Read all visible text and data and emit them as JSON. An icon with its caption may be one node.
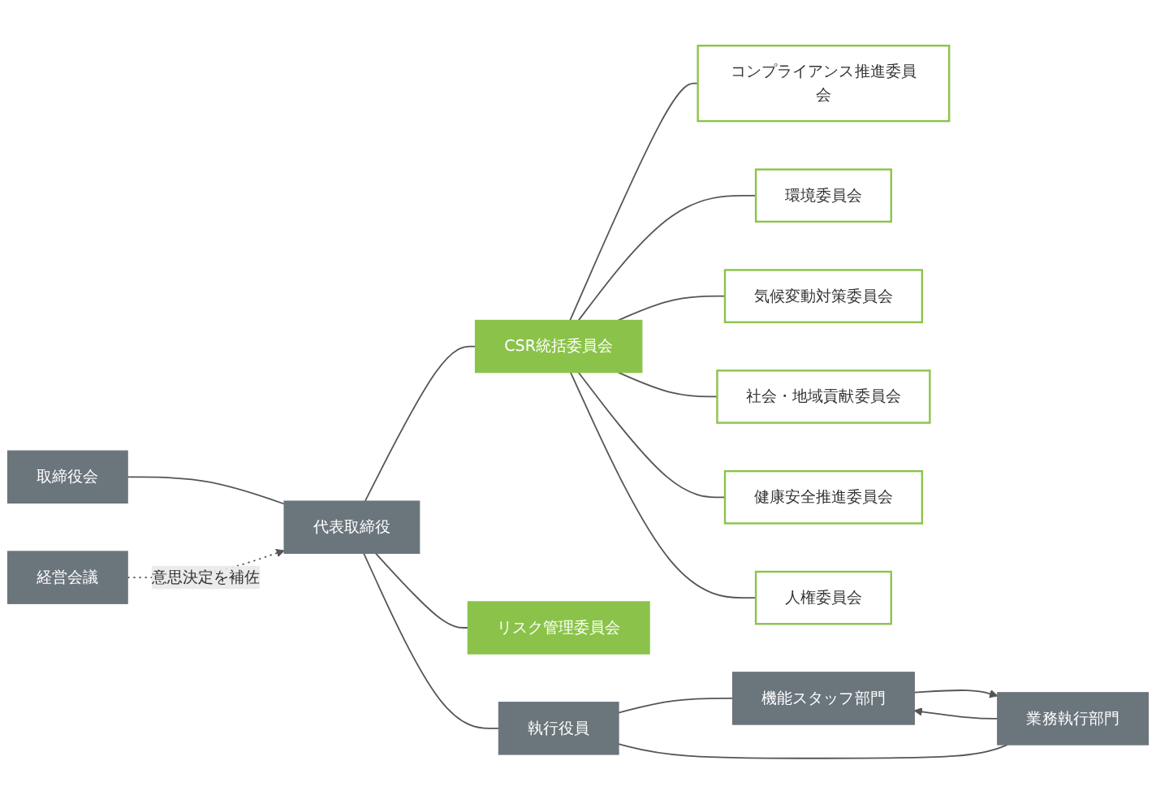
{
  "diagram": {
    "nodes": [
      {
        "text": [
          "取締役会"
        ]
      },
      {
        "text": [
          "代表取締役"
        ]
      },
      {
        "text": [
          "CSR統括委員会"
        ]
      },
      {
        "text": [
          "リスク管理委員会"
        ]
      },
      {
        "text": [
          "経営会議"
        ]
      },
      {
        "text": [
          "執行役員"
        ]
      },
      {
        "text": [
          "機能スタッフ部門"
        ]
      },
      {
        "text": [
          "業務執行部門"
        ]
      },
      {
        "text": [
          "コンプライアンス推進委員会"
        ]
      },
      {
        "text": [
          "環境委員会"
        ]
      },
      {
        "text": [
          "気候変動対策委員会"
        ]
      },
      {
        "text": [
          "社会・地域貢献委員会"
        ]
      },
      {
        "text": [
          "健康安全推進委員会"
        ]
      },
      {
        "text": [
          "人権委員会"
        ]
      }
    ],
    "edges": [
      {
        "from": 0,
        "to": 1,
        "arrow": "none"
      },
      {
        "from": 1,
        "to": 2,
        "arrow": "none"
      },
      {
        "from": 1,
        "to": 3,
        "arrow": "none"
      },
      {
        "from": 1,
        "to": 5,
        "arrow": "none"
      },
      {
        "from": 4,
        "to": 1,
        "arrow": "to",
        "label": "意思決定を補佐",
        "style": "dashed"
      },
      {
        "from": 5,
        "to": 6,
        "arrow": "none"
      },
      {
        "from": 5,
        "to": 7,
        "arrow": "none"
      },
      {
        "from": 7,
        "to": 6,
        "arrow": "to"
      },
      {
        "from": 6,
        "to": 7,
        "arrow": "to"
      },
      {
        "from": 2,
        "to": 8,
        "arrow": "none"
      },
      {
        "from": 2,
        "to": 9,
        "arrow": "none"
      },
      {
        "from": 2,
        "to": 10,
        "arrow": "none"
      },
      {
        "from": 2,
        "to": 11,
        "arrow": "none"
      },
      {
        "from": 2,
        "to": 12,
        "arrow": "none"
      },
      {
        "from": 2,
        "to": 13,
        "arrow": "none"
      }
    ]
  }
}
